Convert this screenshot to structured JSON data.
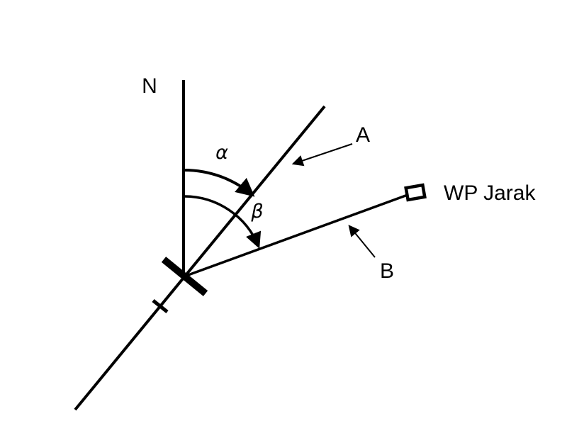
{
  "diagram": {
    "labels": {
      "north": "N",
      "alpha": "α",
      "beta": "β",
      "line_a": "A",
      "line_b": "B",
      "waypoint": "WP Jarak"
    },
    "colors": {
      "stroke": "#000000",
      "background": "#ffffff"
    }
  }
}
